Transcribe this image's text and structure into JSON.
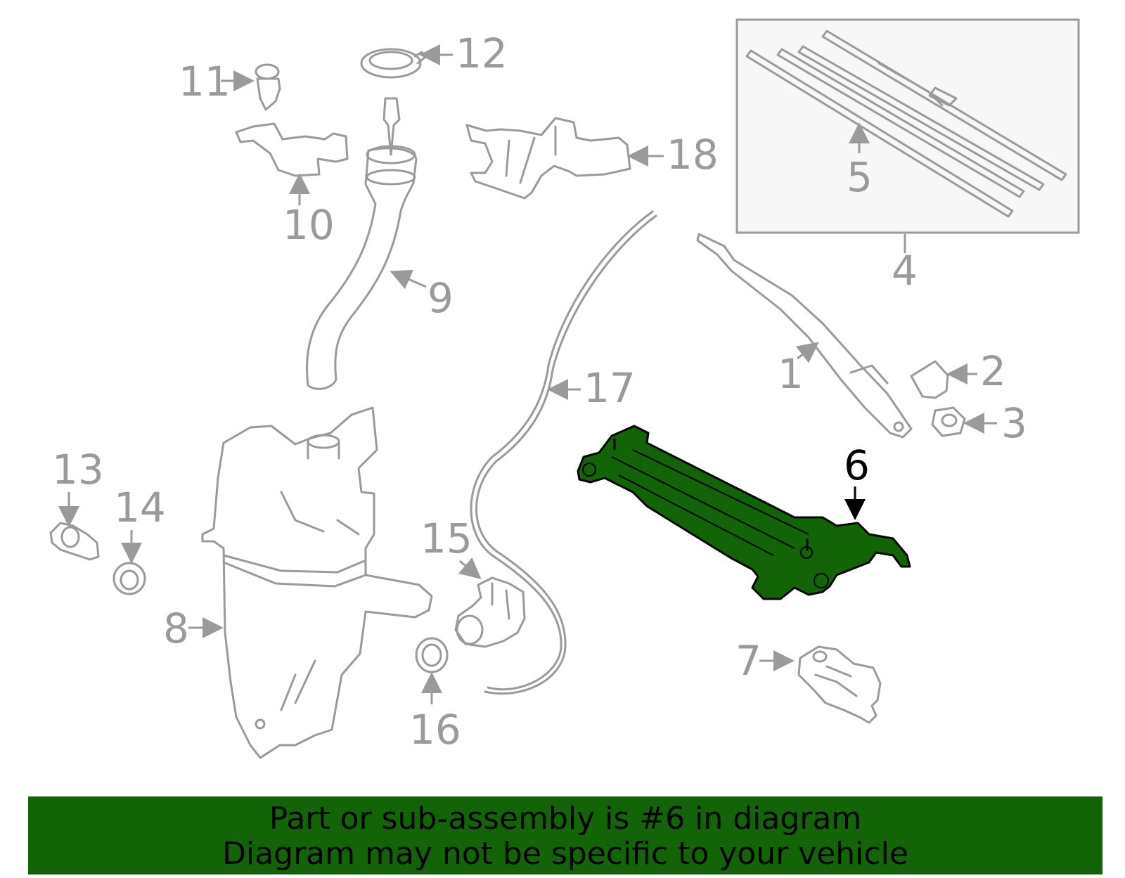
{
  "diagram": {
    "highlight_color": "#136407",
    "part_color": "#9a9a9a",
    "callouts": [
      "1",
      "2",
      "3",
      "4",
      "5",
      "6",
      "7",
      "8",
      "9",
      "10",
      "11",
      "12",
      "13",
      "14",
      "15",
      "16",
      "17",
      "18"
    ],
    "highlighted_callout": "6"
  },
  "banner": {
    "line1": "Part or sub-assembly is #6 in diagram",
    "line2": "Diagram may not be specific to your vehicle",
    "background": "#136407"
  }
}
